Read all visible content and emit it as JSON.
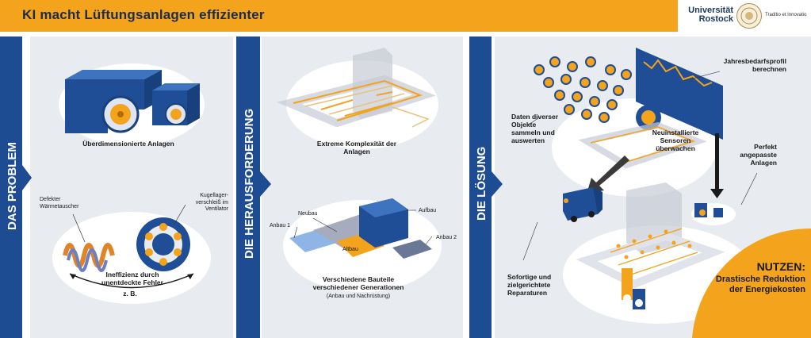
{
  "header": {
    "title": "KI macht Lüftungsanlagen effizienter",
    "university_name": "Universität Rostock",
    "university_motto": "Traditio et Innovatio"
  },
  "sections": [
    {
      "label": "DAS PROBLEM"
    },
    {
      "label": "DIE HERAUSFORDERUNG"
    },
    {
      "label": "DIE LÖSUNG"
    }
  ],
  "problem": {
    "top_label": "Überdimensionierte Anlagen",
    "defekter": "Defekter Wärmetauscher",
    "kugellager": "Kugellager-verschleiß im Ventilator",
    "bottom_label": "Ineffizienz durch unentdeckte Fehler",
    "zb": "z. B."
  },
  "challenge": {
    "top_label": "Extreme Komplexität der Anlagen",
    "neubau": "Neubau",
    "aufbau": "Aufbau",
    "anbau1": "Anbau 1",
    "anbau2": "Anbau 2",
    "altbau": "Altbau",
    "bottom_label": "Verschiedene Bauteile verschiedener Generationen",
    "bottom_sub": "(Anbau und Nachrüstung)"
  },
  "solution": {
    "jahres": "Jahresbedarfsprofil berechnen",
    "daten": "Daten diverser Objekte sammeln und auswerten",
    "sensoren": "Neuinstallierte Sensoren überwachen",
    "perfekt": "Perfekt angepasste Anlagen",
    "sofortige": "Sofortige und zielgerichtete Reparaturen",
    "nutzen_title": "NUTZEN:",
    "nutzen_text": "Drastische Reduktion der Energiekosten"
  },
  "colors": {
    "header": "#f3a31c",
    "band": "#1d4c92",
    "panel": "#e8ebef",
    "device": "#1f4e96",
    "accent": "#f3a31c"
  }
}
